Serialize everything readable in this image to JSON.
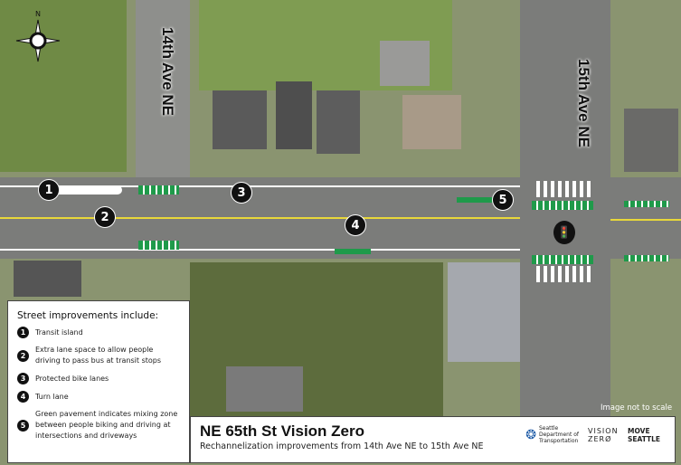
{
  "streets": {
    "west": "14th Ave NE",
    "east": "15th Ave NE"
  },
  "compass": {
    "label": "N"
  },
  "markers": [
    "1",
    "2",
    "3",
    "4",
    "5"
  ],
  "scale_note": "Image not to scale",
  "legend": {
    "heading": "Street improvements include:",
    "items": [
      {
        "num": "1",
        "text": "Transit island"
      },
      {
        "num": "2",
        "text": "Extra lane space to allow people driving to pass bus at transit stops"
      },
      {
        "num": "3",
        "text": "Protected bike lanes"
      },
      {
        "num": "4",
        "text": "Turn lane"
      },
      {
        "num": "5",
        "text": "Green pavement indicates mixing zone between people biking and driving at intersections and driveways"
      }
    ]
  },
  "title": {
    "main": "NE 65th St Vision Zero",
    "sub": "Rechannelization improvements from 14th Ave NE to 15th Ave NE"
  },
  "logos": {
    "sdot": "Seattle Department of Transportation",
    "vision_zero": "VISION ZERØ",
    "move_seattle": "MOVE SEATTLE"
  },
  "colors": {
    "bike_green": "#1f9a4a",
    "center_yellow": "#e8d83a"
  }
}
